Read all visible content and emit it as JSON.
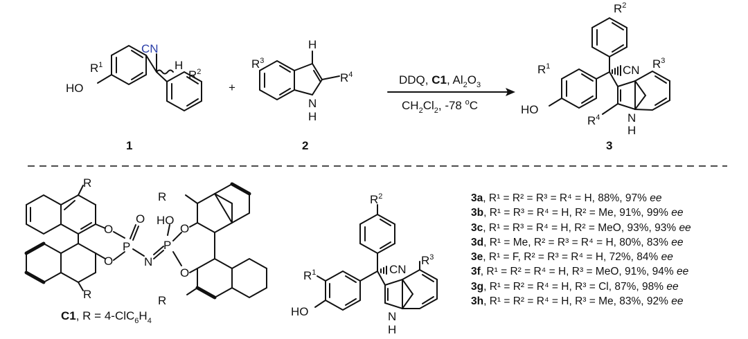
{
  "scheme": {
    "reactant_1_label": "1",
    "reactant_2_label": "2",
    "product_label": "3",
    "plus": "+",
    "conditions_top": {
      "reagent": "DDQ, ",
      "catalyst": "C1",
      "rest": ", Al",
      "rest_sub": "2",
      "rest_end": "O",
      "rest_sub2": "3"
    },
    "conditions_bottom": {
      "solvent": "CH",
      "solvent_sub": "2",
      "solvent_mid": "Cl",
      "solvent_sub2": "2",
      "temp": ", -78 ",
      "deg": "o",
      "unit": "C"
    },
    "atoms": {
      "cn": "CN",
      "h": "H",
      "ho": "HO",
      "r1": "R",
      "r1_sup": "1",
      "r2": "R",
      "r2_sup": "2",
      "r3": "R",
      "r3_sup": "3",
      "r4": "R",
      "r4_sup": "4",
      "nh_n": "N",
      "nh_h": "H",
      "r": "R",
      "o": "O",
      "p": "P",
      "n": "N",
      "oh": "HO"
    }
  },
  "catalyst": {
    "name": "C1",
    "definition": ", R = 4-ClC",
    "def_sub": "6",
    "def_end": "H",
    "def_sub2": "4"
  },
  "results": [
    {
      "id": "3a",
      "text": "R¹ = R² = R³ = R⁴ = H, 88%, 97% ",
      "ee": "ee"
    },
    {
      "id": "3b",
      "text": "R¹ = R³ = R⁴ = H, R² = Me, 91%, 99% ",
      "ee": "ee"
    },
    {
      "id": "3c",
      "text": "R¹ = R³ = R⁴ = H, R² = MeO, 93%, 93% ",
      "ee": "ee"
    },
    {
      "id": "3d",
      "text": "R¹ = Me, R² = R³ = R⁴ = H, 80%, 83% ",
      "ee": "ee"
    },
    {
      "id": "3e",
      "text": "R¹ = F, R² = R³ = R⁴ = H, 72%, 84% ",
      "ee": "ee"
    },
    {
      "id": "3f",
      "text": "R¹ = R² = R⁴ = H, R³ = MeO, 91%, 94% ",
      "ee": "ee"
    },
    {
      "id": "3g",
      "text": "R¹ = R² = R⁴ = H, R³ = Cl, 87%, 98% ",
      "ee": "ee"
    },
    {
      "id": "3h",
      "text": "R¹ = R² = R⁴ = H, R³ = Me, 83%, 92% ",
      "ee": "ee"
    }
  ],
  "colors": {
    "ink": "#111111",
    "cn_blue": "#2a3ea8",
    "background": "#ffffff"
  }
}
